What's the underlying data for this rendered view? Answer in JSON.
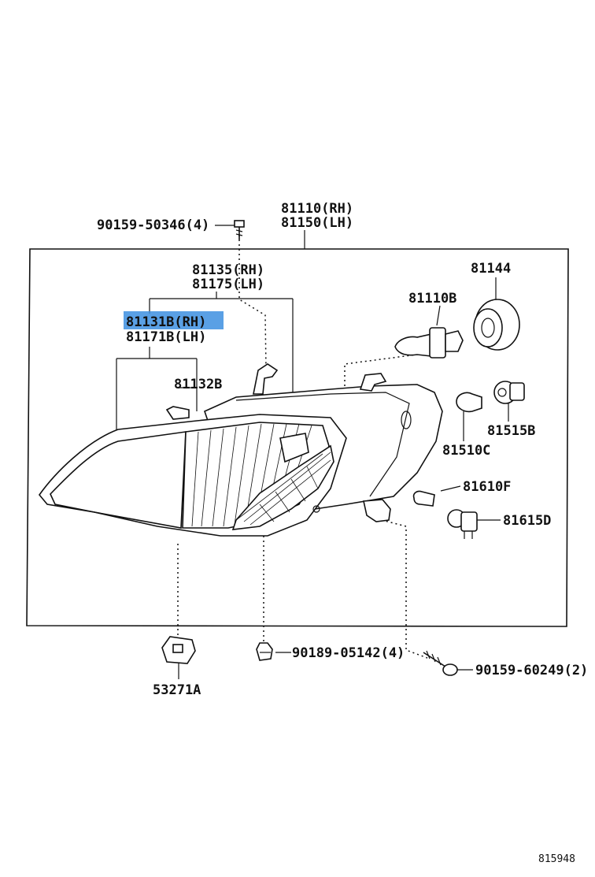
{
  "diagram": {
    "reference_code": "815948",
    "highlight_color": "#3d8fe0",
    "parts": [
      {
        "id": "p90159_50346",
        "label": "90159-50346(4)"
      },
      {
        "id": "p81110_rh",
        "label": "81110(RH)"
      },
      {
        "id": "p81150_lh",
        "label": "81150(LH)"
      },
      {
        "id": "p81135_rh",
        "label": "81135(RH)"
      },
      {
        "id": "p81175_lh",
        "label": "81175(LH)"
      },
      {
        "id": "p81144",
        "label": "81144"
      },
      {
        "id": "p81110b",
        "label": "81110B"
      },
      {
        "id": "p81131b_rh",
        "label": "81131B(RH)",
        "highlighted": true
      },
      {
        "id": "p81171b_lh",
        "label": "81171B(LH)"
      },
      {
        "id": "p81132b",
        "label": "81132B"
      },
      {
        "id": "p81515b",
        "label": "81515B"
      },
      {
        "id": "p81510c",
        "label": "81510C"
      },
      {
        "id": "p81610f",
        "label": "81610F"
      },
      {
        "id": "p81615d",
        "label": "81615D"
      },
      {
        "id": "p90189_05142",
        "label": "90189-05142(4)"
      },
      {
        "id": "p90159_60249",
        "label": "90159-60249(2)"
      },
      {
        "id": "p53271a",
        "label": "53271A"
      }
    ]
  }
}
